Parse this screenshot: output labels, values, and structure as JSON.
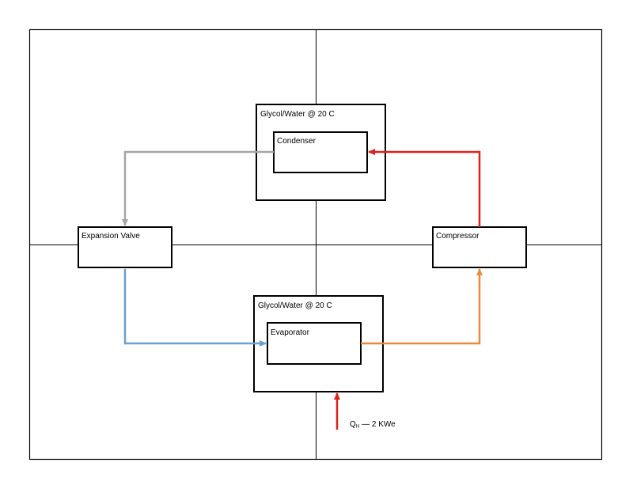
{
  "blocks": {
    "condenser_enclosure": {
      "label": "Glycol/Water @ 20 C"
    },
    "condenser": {
      "label": "Condenser"
    },
    "evaporator_enclosure": {
      "label": "Glycol/Water @ 20 C"
    },
    "evaporator": {
      "label": "Evaporator"
    },
    "expansion_valve": {
      "label": "Expansion Valve"
    },
    "compressor": {
      "label": "Compressor"
    }
  },
  "heat_input": {
    "symbol": "Q",
    "subscript": "H",
    "value": "— 2 KWe"
  },
  "colors": {
    "hot_gas": "#e0201b",
    "condensed": "#a6a6a6",
    "cold_liquid": "#6a9fd1",
    "vapor": "#ec8a3a",
    "heat_input": "#e0201b",
    "frame": "#000000"
  },
  "icons": {
    "arrowhead": "arrowhead-icon"
  }
}
